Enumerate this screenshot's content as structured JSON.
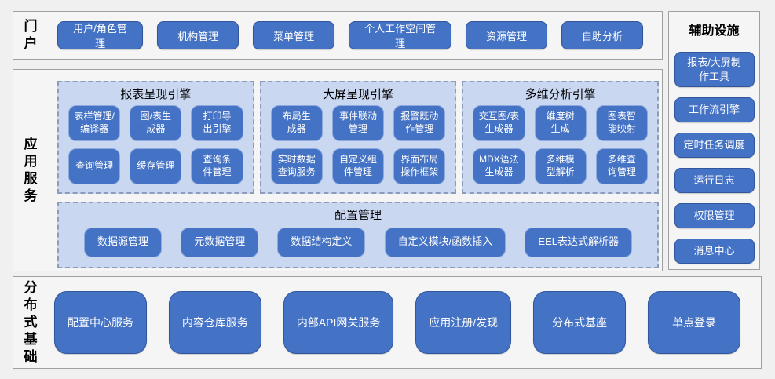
{
  "colors": {
    "node_fill": "#4472c4",
    "node_border_dark": "#31569e",
    "node_border_light": "#8ea9dd",
    "panel_fill": "#c9d7f0",
    "panel_dash_border": "#8d9cb8",
    "section_fill": "#f5f5f5",
    "section_border": "#a0a0a0",
    "page_background": "#f0f0f0",
    "node_text": "#ffffff",
    "label_text": "#000000"
  },
  "portal": {
    "label": "门户",
    "buttons": [
      "用户/角色管理",
      "机构管理",
      "菜单管理",
      "个人工作空间管理",
      "资源管理",
      "自助分析"
    ]
  },
  "app_services": {
    "label": "应用服务",
    "engines": [
      {
        "title": "报表呈现引擎",
        "buttons": [
          "表样管理/\n编译器",
          "图/表生\n成器",
          "打印导\n出引擎",
          "查询管理",
          "缓存管理",
          "查询条\n件管理"
        ]
      },
      {
        "title": "大屏呈现引擎",
        "buttons": [
          "布局生\n成器",
          "事件联动\n管理",
          "报警既动\n作管理",
          "实时数据\n查询服务",
          "自定义组\n件管理",
          "界面布局\n操作框架"
        ]
      },
      {
        "title": "多维分析引擎",
        "buttons": [
          "交互图/表\n生成器",
          "维度树\n生成",
          "图表智\n能映射",
          "MDX语法\n生成器",
          "多维模\n型解析",
          "多维查\n询管理"
        ]
      }
    ],
    "config": {
      "title": "配置管理",
      "buttons": [
        "数据源管理",
        "元数据管理",
        "数据结构定义",
        "自定义模块/函数插入",
        "EEL表达式解析器"
      ]
    }
  },
  "auxiliary": {
    "title": "辅助设施",
    "buttons": [
      "报表/大屏制\n作工具",
      "工作流引擎",
      "定时任务调度",
      "运行日志",
      "权限管理",
      "消息中心"
    ]
  },
  "distributed": {
    "label": "分布式基础",
    "buttons": [
      "配置中心服务",
      "内容仓库服务",
      "内部API网关服务",
      "应用注册/发现",
      "分布式基座",
      "单点登录"
    ]
  }
}
